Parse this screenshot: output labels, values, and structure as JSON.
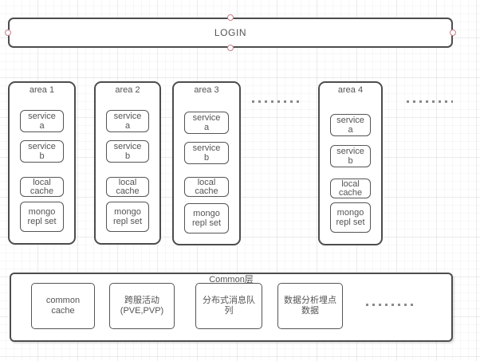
{
  "canvas": {
    "tool": "diagram-editor-canvas",
    "background_color": "#ffffff",
    "grid_minor_color": "#f2f2f5",
    "grid_major_color": "#e6e6ea",
    "shape_stroke_color": "#4d4d4d",
    "text_color": "#545454",
    "selection_handle_color": "#c87f8a"
  },
  "icons": {
    "selection_handle": "small-circle",
    "ellipsis": "dotted-line"
  },
  "login_box": {
    "label": "LOGIN"
  },
  "areas": [
    {
      "title": "area 1",
      "service_a": {
        "line1": "service",
        "line2": "a"
      },
      "service_b": {
        "line1": "service",
        "line2": "b"
      },
      "local_cache": {
        "line1": "local",
        "line2": "cache"
      },
      "mongo": {
        "line1": "mongo",
        "line2": "repl set"
      }
    },
    {
      "title": "area 2",
      "service_a": {
        "line1": "service",
        "line2": "a"
      },
      "service_b": {
        "line1": "service",
        "line2": "b"
      },
      "local_cache": {
        "line1": "local",
        "line2": "cache"
      },
      "mongo": {
        "line1": "mongo",
        "line2": "repl set"
      }
    },
    {
      "title": "area 3",
      "service_a": {
        "line1": "service",
        "line2": "a"
      },
      "service_b": {
        "line1": "service",
        "line2": "b"
      },
      "local_cache": {
        "line1": "local",
        "line2": "cache"
      },
      "mongo": {
        "line1": "mongo",
        "line2": "repl set"
      }
    },
    {
      "title": "area 4",
      "service_a": {
        "line1": "service",
        "line2": "a"
      },
      "service_b": {
        "line1": "service",
        "line2": "b"
      },
      "local_cache": {
        "line1": "local",
        "line2": "cache"
      },
      "mongo": {
        "line1": "mongo",
        "line2": "repl set"
      }
    }
  ],
  "common_layer": {
    "title": "Common层",
    "items": [
      {
        "line1": "common",
        "line2": "cache"
      },
      {
        "line1": "跨服活动",
        "line2": "(PVE,PVP)"
      },
      {
        "line1": "分布式消息队",
        "line2": "列"
      },
      {
        "line1": "数据分析埋点",
        "line2": "数据"
      }
    ]
  }
}
